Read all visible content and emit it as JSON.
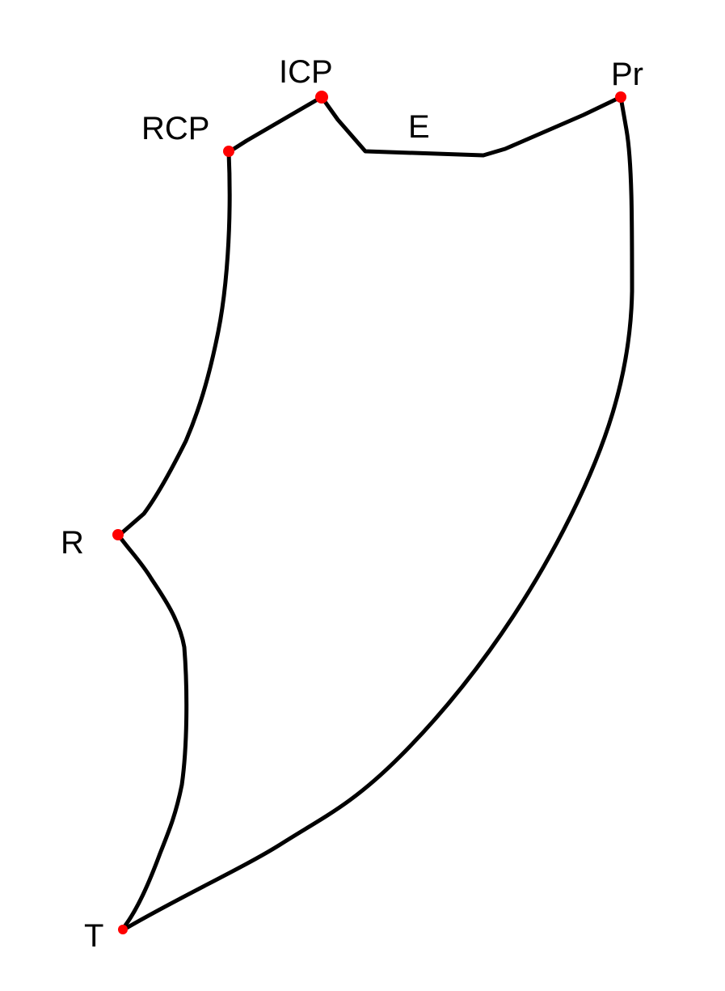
{
  "diagram": {
    "line_color": "#000000",
    "marker_color": "#ff0000",
    "points": {
      "icp": "ICP",
      "pr": "Pr",
      "rcp": "RCP",
      "e": "E",
      "r": "R",
      "t": "T"
    }
  }
}
